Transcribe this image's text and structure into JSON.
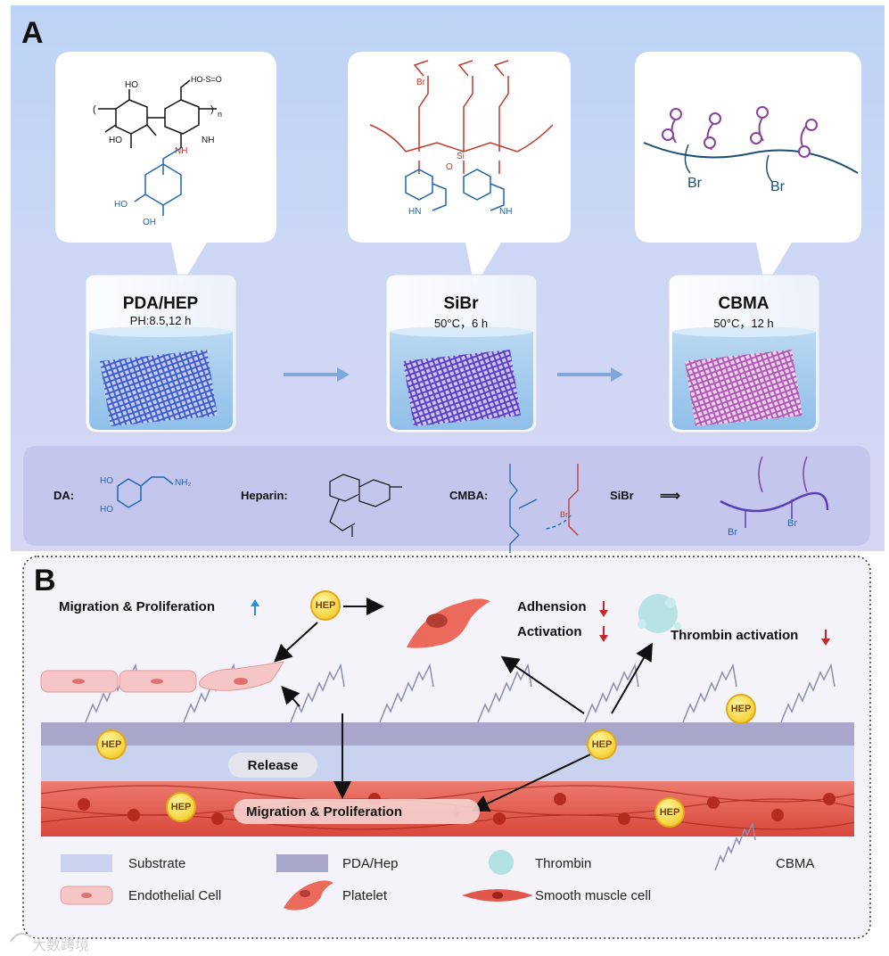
{
  "panels": {
    "a": "A",
    "b": "B"
  },
  "beakers": [
    {
      "title": "PDA/HEP",
      "subtitle": "PH:8.5,12 h"
    },
    {
      "title": "SiBr",
      "subtitle": "50°C，6 h"
    },
    {
      "title": "CBMA",
      "subtitle": "50°C，12 h"
    }
  ],
  "structures": {
    "pda_hep": {
      "hooc": "HO",
      "oh1": "OH",
      "ho2": "HO",
      "nh": "NH",
      "nh2": "NH",
      "so3h": "HO-S=O",
      "oh_bottom": "OH",
      "ho_bottom": "HO",
      "n_sub": "n"
    },
    "sibr": {
      "br": "Br",
      "si": "Si",
      "o": "O",
      "hn": "HN",
      "nh": "NH"
    },
    "cbma": {
      "br1": "Br",
      "br2": "Br"
    }
  },
  "reagents": {
    "da": "DA:",
    "da_nh2": "NH₂",
    "da_ho1": "HO",
    "da_ho2": "HO",
    "heparin": "Heparin:",
    "cmba": "CMBA:",
    "sibr": "SiBr",
    "arrow": "⟹",
    "br1": "Br",
    "br2": "Br",
    "br_small": "Br"
  },
  "panel_b": {
    "migration_up": "Migration & Proliferation",
    "adhension": "Adhension",
    "activation": "Activation",
    "thrombin_activation": "Thrombin activation",
    "release": "Release",
    "migration_down": "Migration & Proliferation",
    "hep": "HEP"
  },
  "legend": {
    "substrate": "Substrate",
    "pda_hep": "PDA/Hep",
    "thrombin": "Thrombin",
    "cbma": "CBMA",
    "endothelial": "Endothelial Cell",
    "platelet": "Platelet",
    "smooth_muscle": "Smooth muscle cell"
  },
  "watermark": "大数跨境",
  "colors": {
    "up_arrow": "#2a8fd6",
    "down_arrow": "#c62828",
    "hep_fill": "#f8d847",
    "pda_layer": "#a9a6cc",
    "substrate": "#c9d2ef",
    "muscle": "#e2574c"
  }
}
